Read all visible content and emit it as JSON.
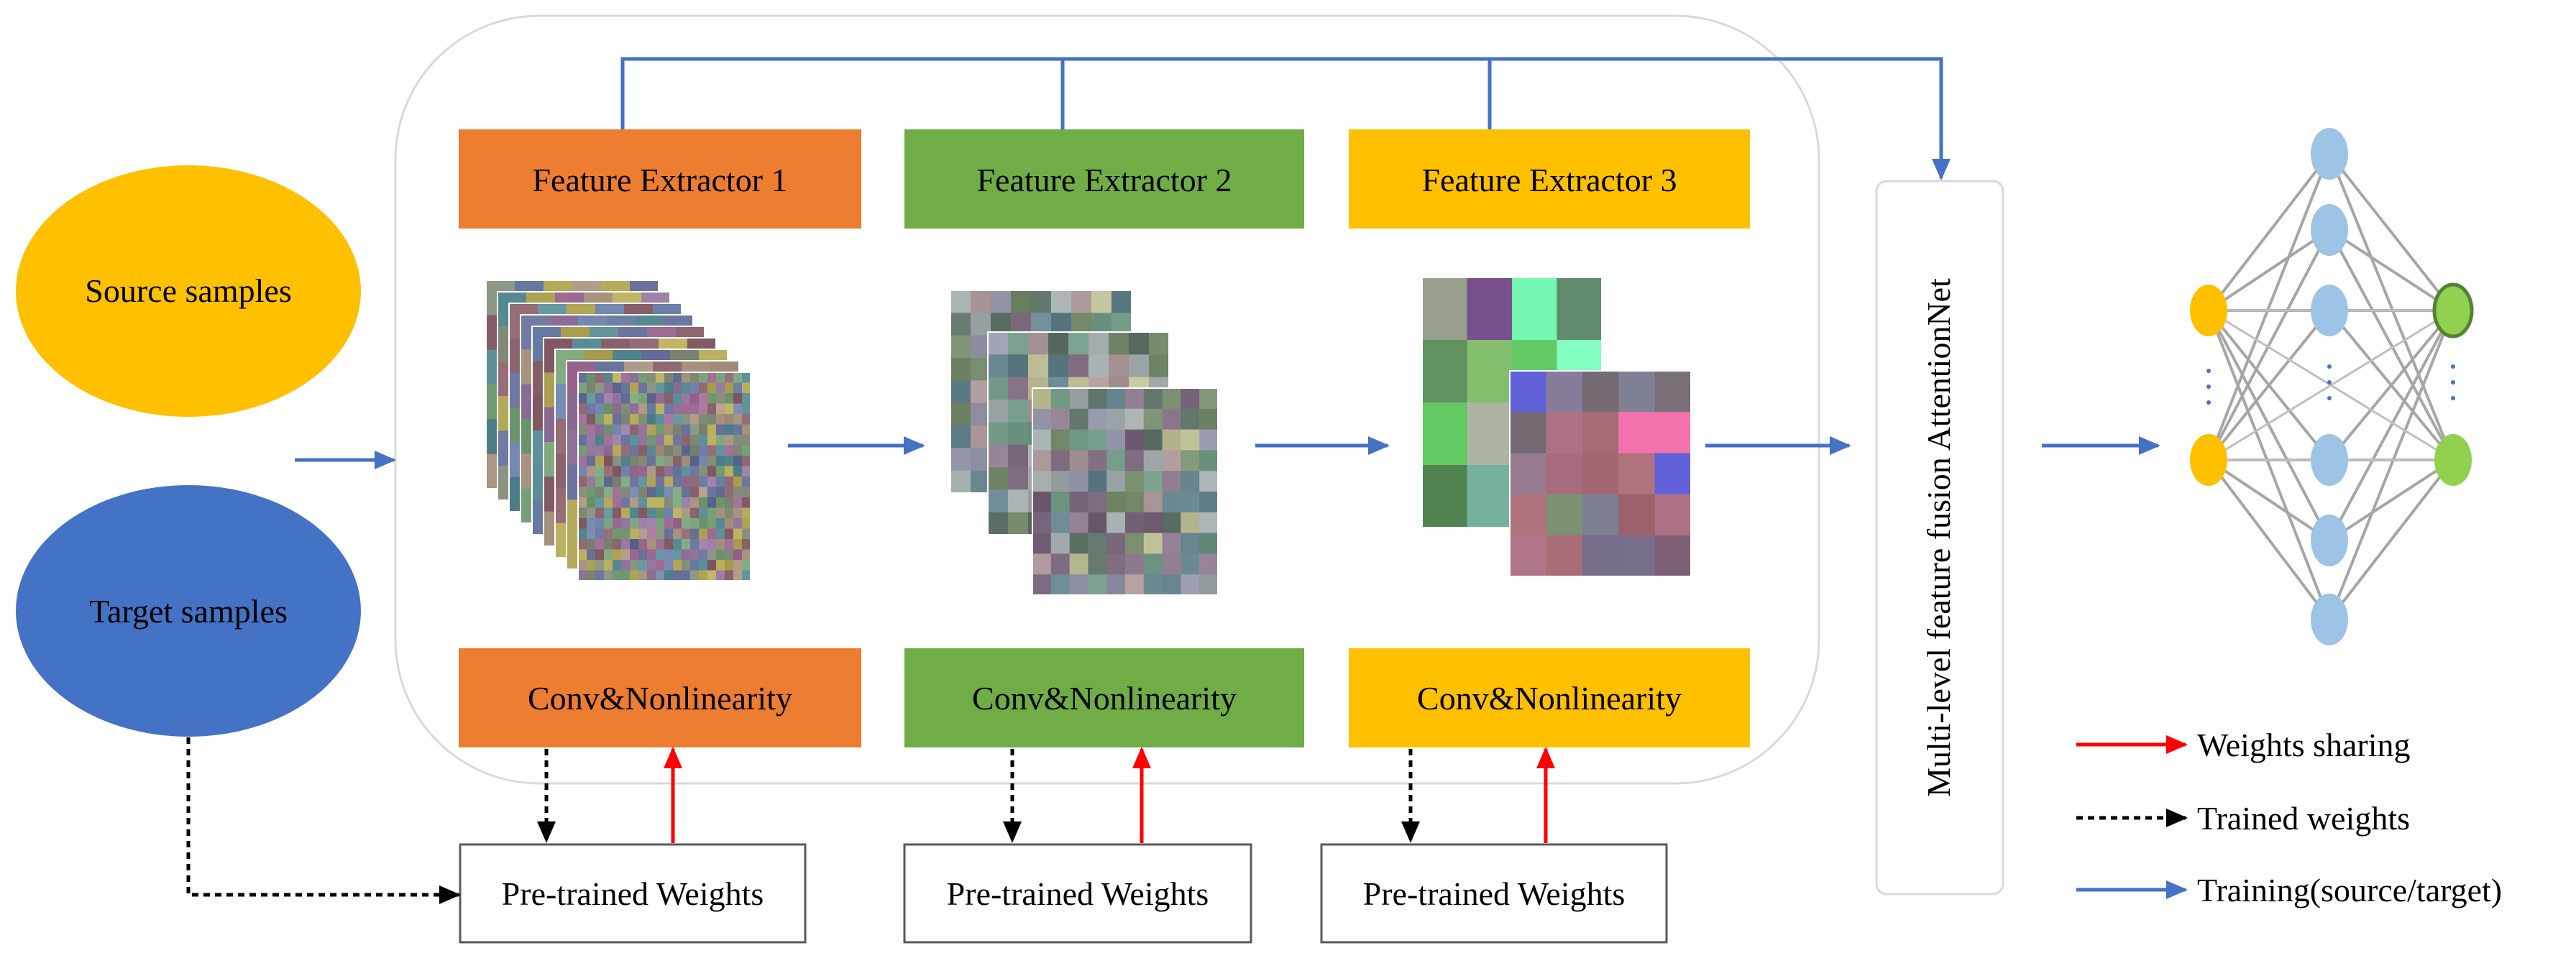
{
  "inputs": {
    "source": "Source samples",
    "target": "Target samples"
  },
  "extractors": [
    {
      "title": "Feature Extractor 1",
      "conv": "Conv&Nonlinearity",
      "weights": "Pre-trained Weights"
    },
    {
      "title": "Feature Extractor 2",
      "conv": "Conv&Nonlinearity",
      "weights": "Pre-trained Weights"
    },
    {
      "title": "Feature Extractor 3",
      "conv": "Conv&Nonlinearity",
      "weights": "Pre-trained Weights"
    }
  ],
  "fusion": {
    "label": "Multi-level feature fusion AttentionNet"
  },
  "network": {
    "ellipsis": "·\n·\n·"
  },
  "legend": {
    "weights_sharing": "Weights sharing",
    "trained_weights": "Trained weights",
    "training": "Training(source/target)"
  },
  "colors": {
    "orange": "#ED7D31",
    "green": "#70AD47",
    "gold": "#FFC000",
    "blue": "#4472C4",
    "red": "#FF0000",
    "node_blue": "#9DC3E6",
    "node_green": "#92D050"
  }
}
